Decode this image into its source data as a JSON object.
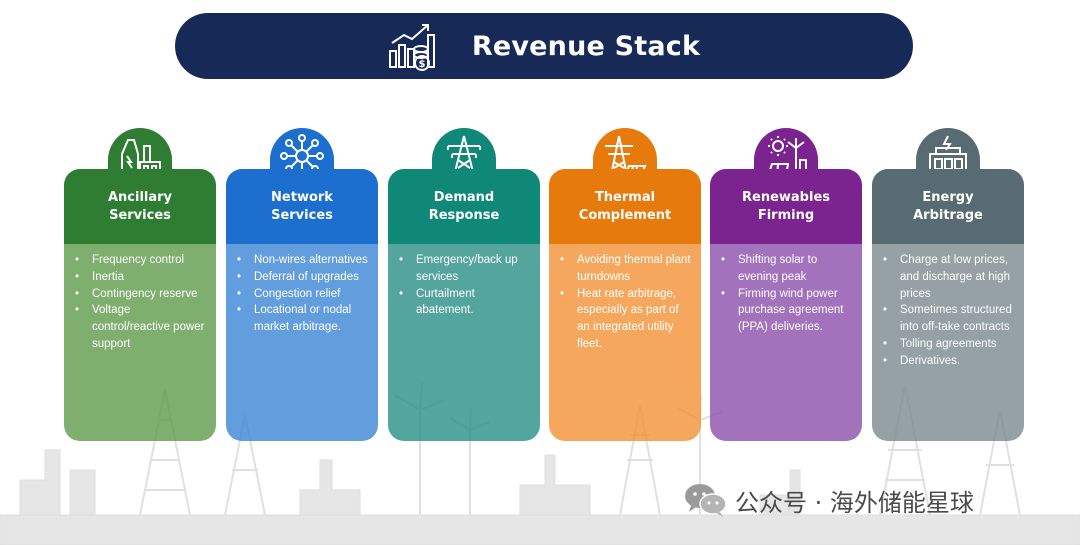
{
  "title": "Revenue Stack",
  "accent_color": "#172a57",
  "cards": [
    {
      "title": "Ancillary\nServices",
      "icon": "power-plant-icon",
      "color": "#2f7d33",
      "items": [
        "Frequency  control",
        "Inertia",
        "Contingency reserve",
        "Voltage control/reactive power support"
      ]
    },
    {
      "title": "Network\nServices",
      "icon": "network-nodes-icon",
      "color": "#1d6fcf",
      "items": [
        "Non-wires alternatives",
        "Deferral of upgrades",
        "Congestion relief",
        "Locational or nodal market arbitrage."
      ]
    },
    {
      "title": "Demand\nResponse",
      "icon": "transmission-tower-icon",
      "color": "#0f8877",
      "items": [
        "Emergency/back up services",
        "Curtailment abatement."
      ]
    },
    {
      "title": "Thermal\nComplement",
      "icon": "tower-solar-icon",
      "color": "#e77a0c",
      "items": [
        "Avoiding thermal plant turndowns",
        "Heat rate arbitrage, especially as part of an integrated utility fleet."
      ]
    },
    {
      "title": "Renewables\nFirming",
      "icon": "renewables-icon",
      "color": "#7b238f",
      "items": [
        "Shifting solar to evening peak",
        "Firming wind power purchase agreement (PPA) deliveries."
      ]
    },
    {
      "title": "Energy\nArbitrage",
      "icon": "energy-arbitrage-icon",
      "color": "#596b72",
      "items": [
        "Charge at low prices, and discharge at high prices",
        "Sometimes structured into off-take contracts",
        "Tolling agreements",
        "Derivatives."
      ]
    }
  ],
  "watermark": "公众号 · 海外储能星球"
}
